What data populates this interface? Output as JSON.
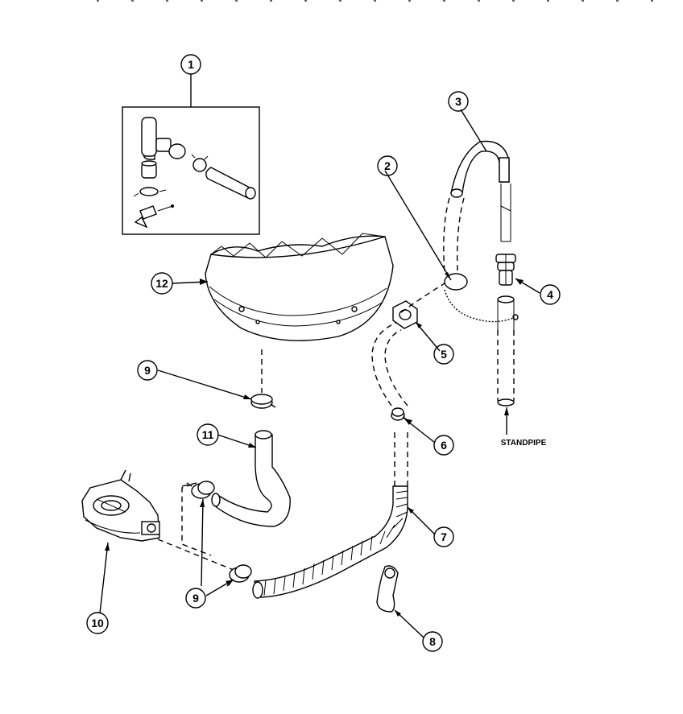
{
  "callouts": [
    {
      "id": "c1",
      "label": "1"
    },
    {
      "id": "c2",
      "label": "2"
    },
    {
      "id": "c3",
      "label": "3"
    },
    {
      "id": "c4",
      "label": "4"
    },
    {
      "id": "c5",
      "label": "5"
    },
    {
      "id": "c6",
      "label": "6"
    },
    {
      "id": "c7",
      "label": "7"
    },
    {
      "id": "c8",
      "label": "8"
    },
    {
      "id": "c9a",
      "label": "9"
    },
    {
      "id": "c9b",
      "label": "9"
    },
    {
      "id": "c10",
      "label": "10"
    },
    {
      "id": "c11",
      "label": "11"
    },
    {
      "id": "c12",
      "label": "12"
    }
  ],
  "labels": {
    "standpipe": "STANDPIPE"
  }
}
